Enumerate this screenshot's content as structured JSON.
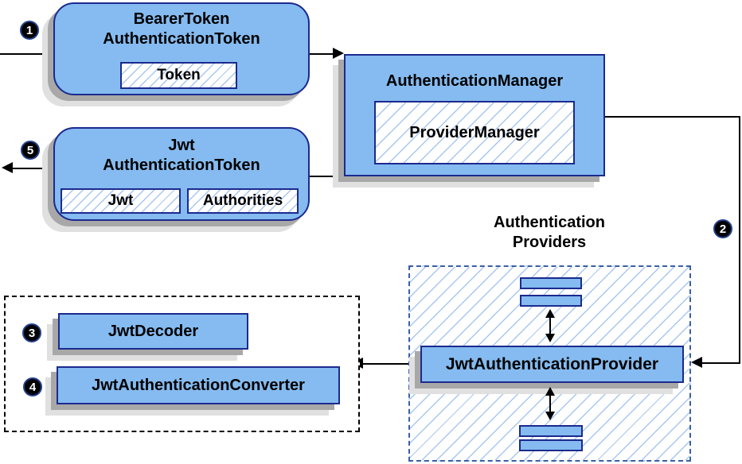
{
  "colors": {
    "node-fill": "#85bbf0",
    "node-border": "#1b2a8e",
    "hatch": "#a8c7f0",
    "dashed-border": "#3a5fa8",
    "line": "#000000",
    "shadow1": "#a8a8a8",
    "shadow2": "#e0e0e0",
    "badge-bg": "#000000",
    "badge-ring": "#23418f",
    "badge-text": "#ffffff",
    "text": "#000000",
    "bg": "#ffffff"
  },
  "nodes": {
    "bearer_token": {
      "title1": "BearerToken",
      "title2": "AuthenticationToken",
      "field_token": "Token"
    },
    "authentication_manager": {
      "title": "AuthenticationManager",
      "field_provider_manager": "ProviderManager"
    },
    "jwt_authentication_token": {
      "title1": "Jwt",
      "title2": "AuthenticationToken",
      "field_jwt": "Jwt",
      "field_authorities": "Authorities"
    },
    "authentication_providers": {
      "label1": "Authentication",
      "label2": "Providers",
      "provider": "JwtAuthenticationProvider"
    },
    "converter_group": {
      "decoder": "JwtDecoder",
      "converter": "JwtAuthenticationConverter"
    }
  },
  "badges": {
    "step1": "1",
    "step2": "2",
    "step3": "3",
    "step4": "4",
    "step5": "5"
  }
}
